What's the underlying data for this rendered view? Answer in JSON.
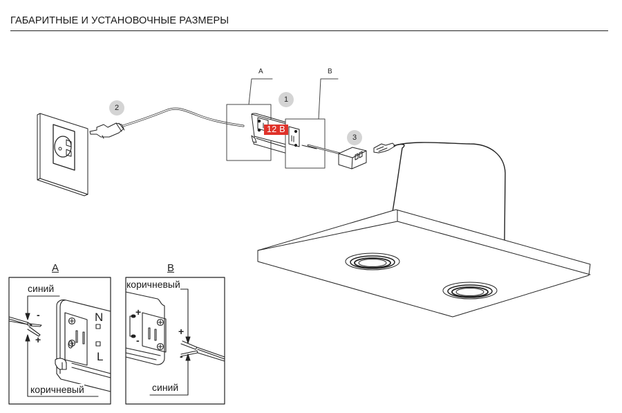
{
  "header": {
    "title": "ГАБАРИТНЫЕ И УСТАНОВОЧНЫЕ РАЗМЕРЫ"
  },
  "overview": {
    "callouts": [
      {
        "id": "callout-1",
        "number": "1",
        "meaning": "power-supply-unit"
      },
      {
        "id": "callout-2",
        "number": "2",
        "meaning": "mains-plug-cable"
      },
      {
        "id": "callout-3",
        "number": "3",
        "meaning": "connector-box"
      }
    ],
    "voltage_badge": "12 В",
    "voltage_badge_color": "#e0322a",
    "detail_refs": {
      "a": "A",
      "b": "B"
    },
    "callout_color": "#d4d4d4",
    "icons": [
      "wall-socket-icon",
      "plug-icon",
      "power-supply-icon",
      "connector-box-icon",
      "ceiling-lamp-icon"
    ]
  },
  "detail_a": {
    "title": "A",
    "top_wire_label": "синий",
    "top_wire_sign": "-",
    "bottom_wire_label": "коричневый",
    "bottom_wire_sign": "+",
    "pin_top": "N",
    "pin_bottom": "L"
  },
  "detail_b": {
    "title": "B",
    "top_wire_label": "коричневый",
    "top_wire_sign": "+",
    "bottom_wire_label": "синий",
    "bottom_wire_sign": "-",
    "terminal_plus": "+",
    "terminal_minus": "-"
  }
}
